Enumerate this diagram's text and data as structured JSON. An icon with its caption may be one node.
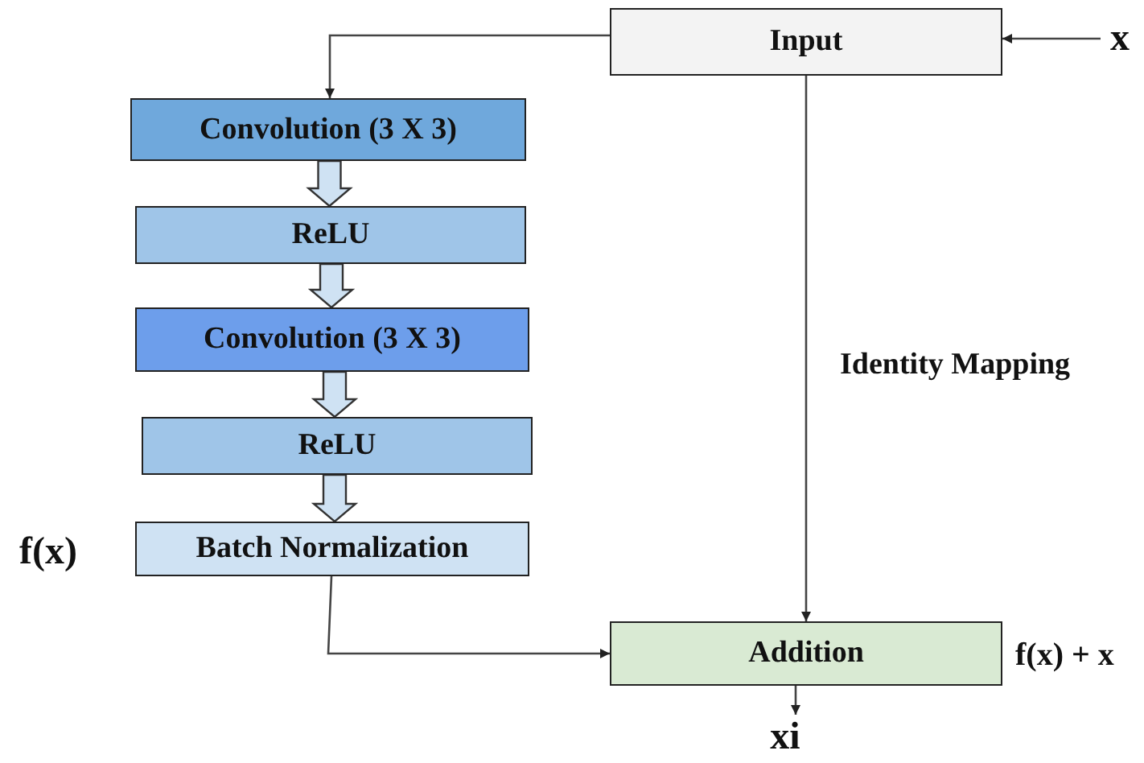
{
  "diagram": {
    "nodes": [
      {
        "text": [
          "Input"
        ]
      },
      {
        "text": [
          "Convolution (3 X 3)"
        ]
      },
      {
        "text": [
          "ReLU"
        ]
      },
      {
        "text": [
          "Convolution (3 X 3)"
        ]
      },
      {
        "text": [
          "ReLU"
        ]
      },
      {
        "text": [
          "Batch Normalization"
        ],
        "beside": [
          "f(x)"
        ]
      },
      {
        "text": [
          "Addition"
        ],
        "beside": [
          "f(x) + x"
        ]
      },
      {
        "text": [
          "x"
        ]
      },
      {
        "text": [
          "xi"
        ]
      }
    ],
    "edges": [
      {
        "from": 7,
        "to": 0,
        "arrow": "to"
      },
      {
        "from": 0,
        "to": 1,
        "arrow": "to"
      },
      {
        "from": 1,
        "to": 2,
        "arrow": "to",
        "style": "thick"
      },
      {
        "from": 2,
        "to": 3,
        "arrow": "to",
        "style": "thick"
      },
      {
        "from": 3,
        "to": 4,
        "arrow": "to",
        "style": "thick"
      },
      {
        "from": 4,
        "to": 5,
        "arrow": "to",
        "style": "thick"
      },
      {
        "from": 0,
        "to": 6,
        "arrow": "to"
      },
      {
        "from": 5,
        "to": 6,
        "arrow": "to"
      },
      {
        "from": 6,
        "to": 8,
        "arrow": "to"
      }
    ],
    "labels": [
      "Identity Mapping"
    ]
  }
}
